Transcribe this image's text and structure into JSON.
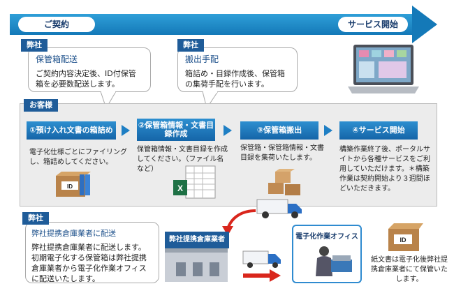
{
  "flow": {
    "start_label": "ご契約",
    "end_label": "サービス開始"
  },
  "callout_delivery": {
    "tag": "弊社",
    "title": "保管箱配送",
    "body": "ご契約内容決定後、ID付保管箱を必要数配送します。"
  },
  "callout_pickup": {
    "tag": "弊社",
    "title": "搬出手配",
    "body": "箱詰め・目録作成後、保管箱の集荷手配を行います。"
  },
  "customer": {
    "tag": "お客様"
  },
  "steps": [
    {
      "label": "①預け入れ文書の箱詰め",
      "desc": "電子化仕様ごとにファイリングし、箱詰めしてください。"
    },
    {
      "label": "②保管箱情報・文書目録作成",
      "desc": "保管箱情報・文書目録を作成してください。（ファイル名など）"
    },
    {
      "label": "③保管箱搬出",
      "desc": "保管箱・保管箱情報・文書目録を集荷いたします。"
    },
    {
      "label": "④サービス開始",
      "desc": "構築作業終了後、ポータルサイトから各種サービスをご利用していただけます。＊構築作業は契約開始より３週間ほどいただきます。"
    }
  ],
  "callout_warehouse": {
    "tag": "弊社",
    "title": "弊社提携倉庫業者に配送",
    "body": "弊社提携倉庫業者に配送します。初期電子化する保管箱は弊社提携倉庫業者から電子化作業オフィスに配送いたします。"
  },
  "warehouse_label": "弊社提携倉庫業者",
  "office_label": "電子化作業オフィス",
  "box_id": "ID",
  "final_text": "紙文書は電子化後弊社提携倉庫業者にて保管いたします。",
  "colors": {
    "primary": "#1479b8",
    "dark": "#1f5c99",
    "red": "#d9261c"
  }
}
